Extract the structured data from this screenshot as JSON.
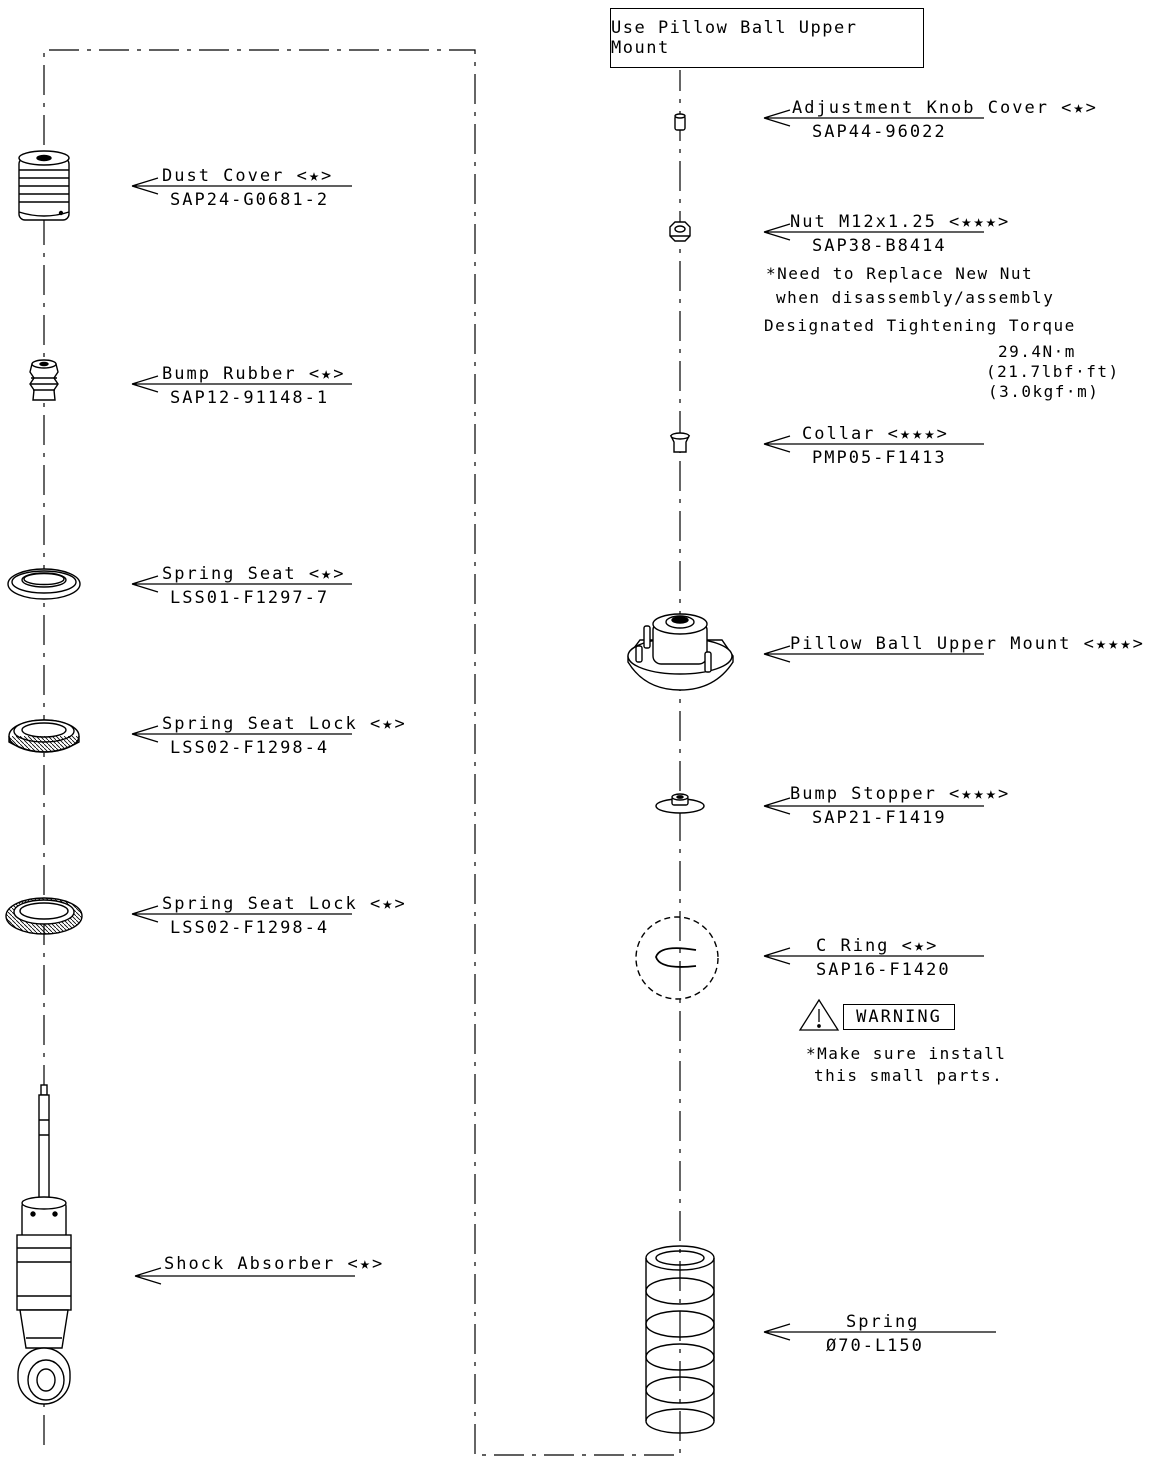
{
  "title": "Use Pillow Ball Upper Mount",
  "left_parts": [
    {
      "name": "Dust Cover <★>",
      "part_no": "SAP24-G0681-2"
    },
    {
      "name": "Bump Rubber <★>",
      "part_no": "SAP12-91148-1"
    },
    {
      "name": "Spring Seat <★>",
      "part_no": "LSS01-F1297-7"
    },
    {
      "name": "Spring Seat Lock <★>",
      "part_no": "LSS02-F1298-4"
    },
    {
      "name": "Spring Seat Lock <★>",
      "part_no": "LSS02-F1298-4"
    },
    {
      "name": "Shock Absorber <★>",
      "part_no": ""
    }
  ],
  "right_parts": [
    {
      "name": "Adjustment Knob Cover <★>",
      "part_no": "SAP44-96022"
    },
    {
      "name": "Nut M12x1.25 <★★★>",
      "part_no": "SAP38-B8414"
    },
    {
      "name": "Collar <★★★>",
      "part_no": "PMP05-F1413"
    },
    {
      "name": "Pillow Ball Upper Mount <★★★>",
      "part_no": ""
    },
    {
      "name": "Bump Stopper <★★★>",
      "part_no": "SAP21-F1419"
    },
    {
      "name": "C Ring <★>",
      "part_no": "SAP16-F1420"
    },
    {
      "name": "Spring",
      "part_no": "Ø70-L150"
    }
  ],
  "nut_note": {
    "line1": "*Need to Replace New Nut",
    "line2": "when disassembly/assembly",
    "torque_label": "Designated Tightening Torque",
    "torque_nm": "29.4N·m",
    "torque_lbf": "(21.7lbf·ft)",
    "torque_kgf": "(3.0kgf·m)"
  },
  "warning": {
    "label": "WARNING",
    "line1": "*Make sure install",
    "line2": "this small parts."
  }
}
